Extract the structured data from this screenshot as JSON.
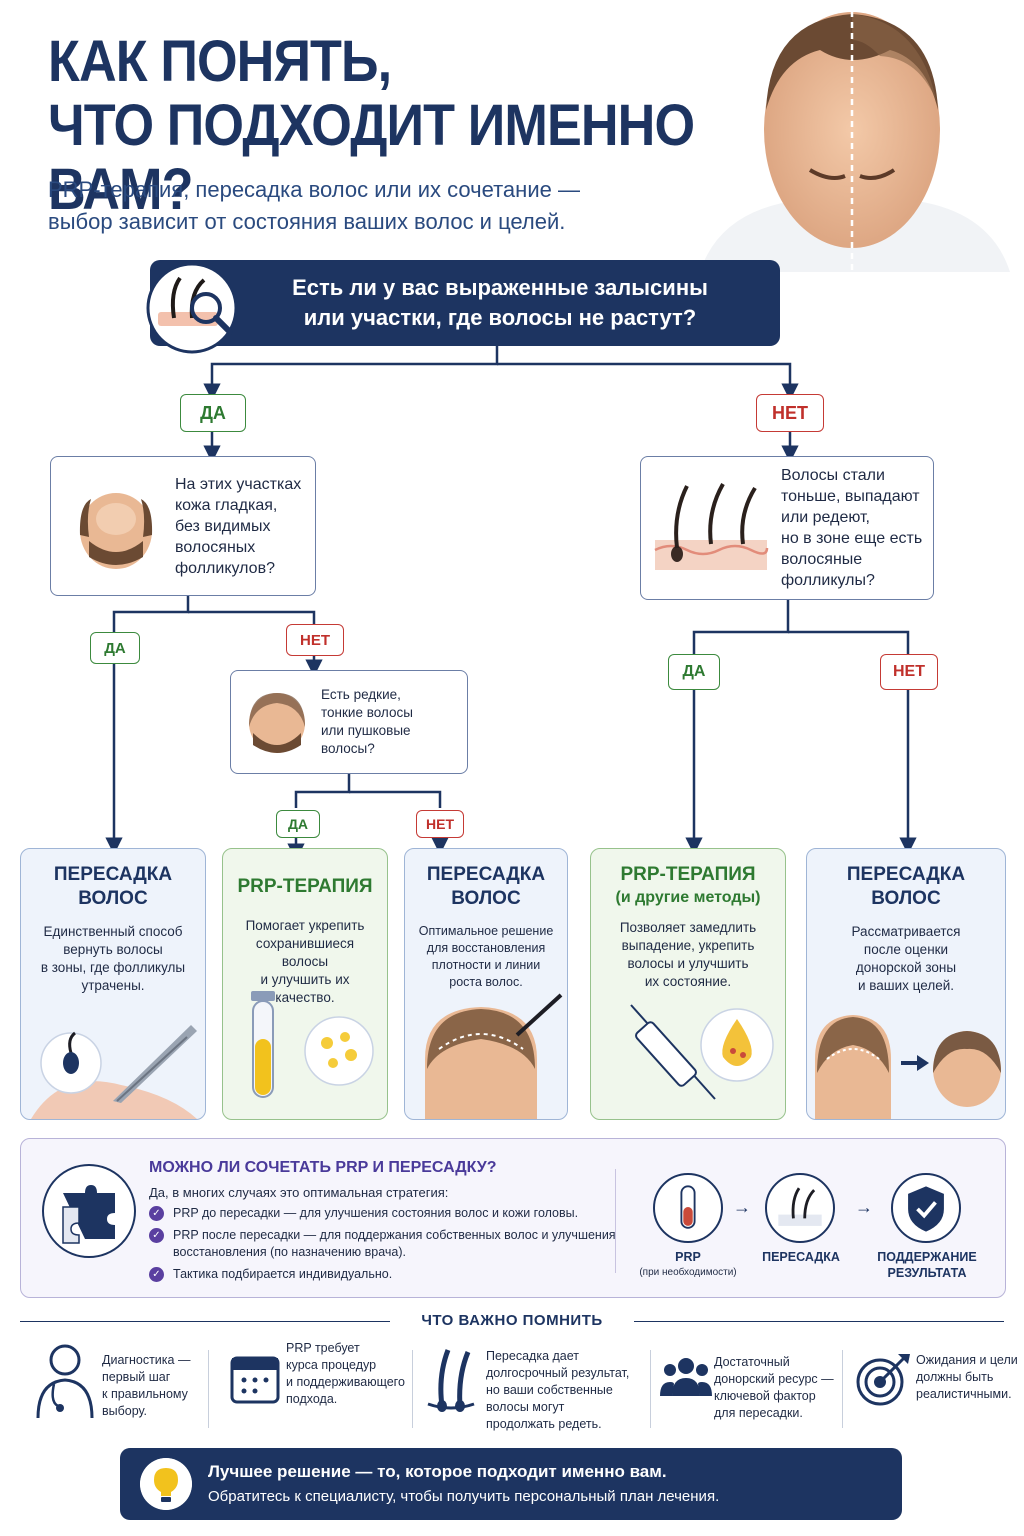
{
  "header": {
    "title_line1": "КАК ПОНЯТЬ,",
    "title_line2": "ЧТО ПОДХОДИТ ИМЕННО ВАМ?",
    "subtitle_line1": "PRP-терапия, пересадка волос или их сочетание —",
    "subtitle_line2": "выбор зависит от состояния ваших волос и целей."
  },
  "main_question": {
    "line1": "Есть ли у вас выраженные залысины",
    "line2": "или участки, где волосы не растут?"
  },
  "labels": {
    "yes": "ДА",
    "no": "НЕТ"
  },
  "left_question": {
    "lines": [
      "На этих участках",
      "кожа гладкая,",
      "без видимых",
      "волосяных",
      "фолликулов?"
    ]
  },
  "right_question": {
    "lines": [
      "Волосы стали",
      "тоньше, выпадают",
      "или редеют,",
      "но в зоне еще есть",
      "волосяные",
      "фолликулы?"
    ]
  },
  "middle_question": {
    "lines": [
      "Есть редкие,",
      "тонкие волосы",
      "или пушковые",
      "волосы?"
    ]
  },
  "cards": [
    {
      "title1": "ПЕРЕСАДКА",
      "title2": "ВОЛОС",
      "sub": "",
      "lines": [
        "Единственный способ",
        "вернуть волосы",
        "в зоны, где фолликулы",
        "утрачены."
      ]
    },
    {
      "title1": "PRP-ТЕРАПИЯ",
      "title2": "",
      "sub": "",
      "lines": [
        "Помогает укрепить",
        "сохранившиеся волосы",
        "и улучшить их качество."
      ]
    },
    {
      "title1": "ПЕРЕСАДКА",
      "title2": "ВОЛОС",
      "sub": "",
      "lines": [
        "Оптимальное решение",
        "для восстановления",
        "плотности и линии",
        "роста волос."
      ]
    },
    {
      "title1": "PRP-ТЕРАПИЯ",
      "title2": "",
      "sub": "(и другие методы)",
      "lines": [
        "Позволяет замедлить",
        "выпадение, укрепить",
        "волосы и улучшить",
        "их состояние."
      ]
    },
    {
      "title1": "ПЕРЕСАДКА",
      "title2": "ВОЛОС",
      "sub": "",
      "lines": [
        "Рассматривается",
        "после оценки",
        "донорской зоны",
        "и ваших целей."
      ]
    }
  ],
  "combo": {
    "title": "МОЖНО ЛИ СОЧЕТАТЬ PRP И ПЕРЕСАДКУ?",
    "intro": "Да, в многих случаях это оптимальная стратегия:",
    "items": [
      "PRP до пересадки — для улучшения состояния волос и кожи головы.",
      "PRP после пересадки — для поддержания собственных волос и улучшения восстановления (по назначению врача).",
      "Тактика подбирается индивидуально."
    ],
    "steps": [
      {
        "label": "PRP",
        "note": "(при необходимости)"
      },
      {
        "label": "ПЕРЕСАДКА",
        "note": ""
      },
      {
        "label": "ПОДДЕРЖАНИЕ",
        "note": "РЕЗУЛЬТАТА"
      }
    ]
  },
  "remember": {
    "title": "ЧТО ВАЖНО ПОМНИТЬ",
    "tips": [
      [
        "Диагностика —",
        "первый шаг",
        "к правильному",
        "выбору."
      ],
      [
        "PRP требует",
        "курса процедур",
        "и поддерживающего",
        "подхода."
      ],
      [
        "Пересадка дает",
        "долгосрочный результат,",
        "но ваши собственные",
        "волосы могут",
        "продолжать редеть."
      ],
      [
        "Достаточный",
        "донорский ресурс —",
        "ключевой фактор",
        "для пересадки."
      ],
      [
        "Ожидания и цели",
        "должны быть",
        "реалистичными."
      ]
    ]
  },
  "bottom": {
    "line1": "Лучшее решение — то, которое подходит именно вам.",
    "line2": "Обратитесь к специалисту, чтобы получить персональный план лечения."
  }
}
